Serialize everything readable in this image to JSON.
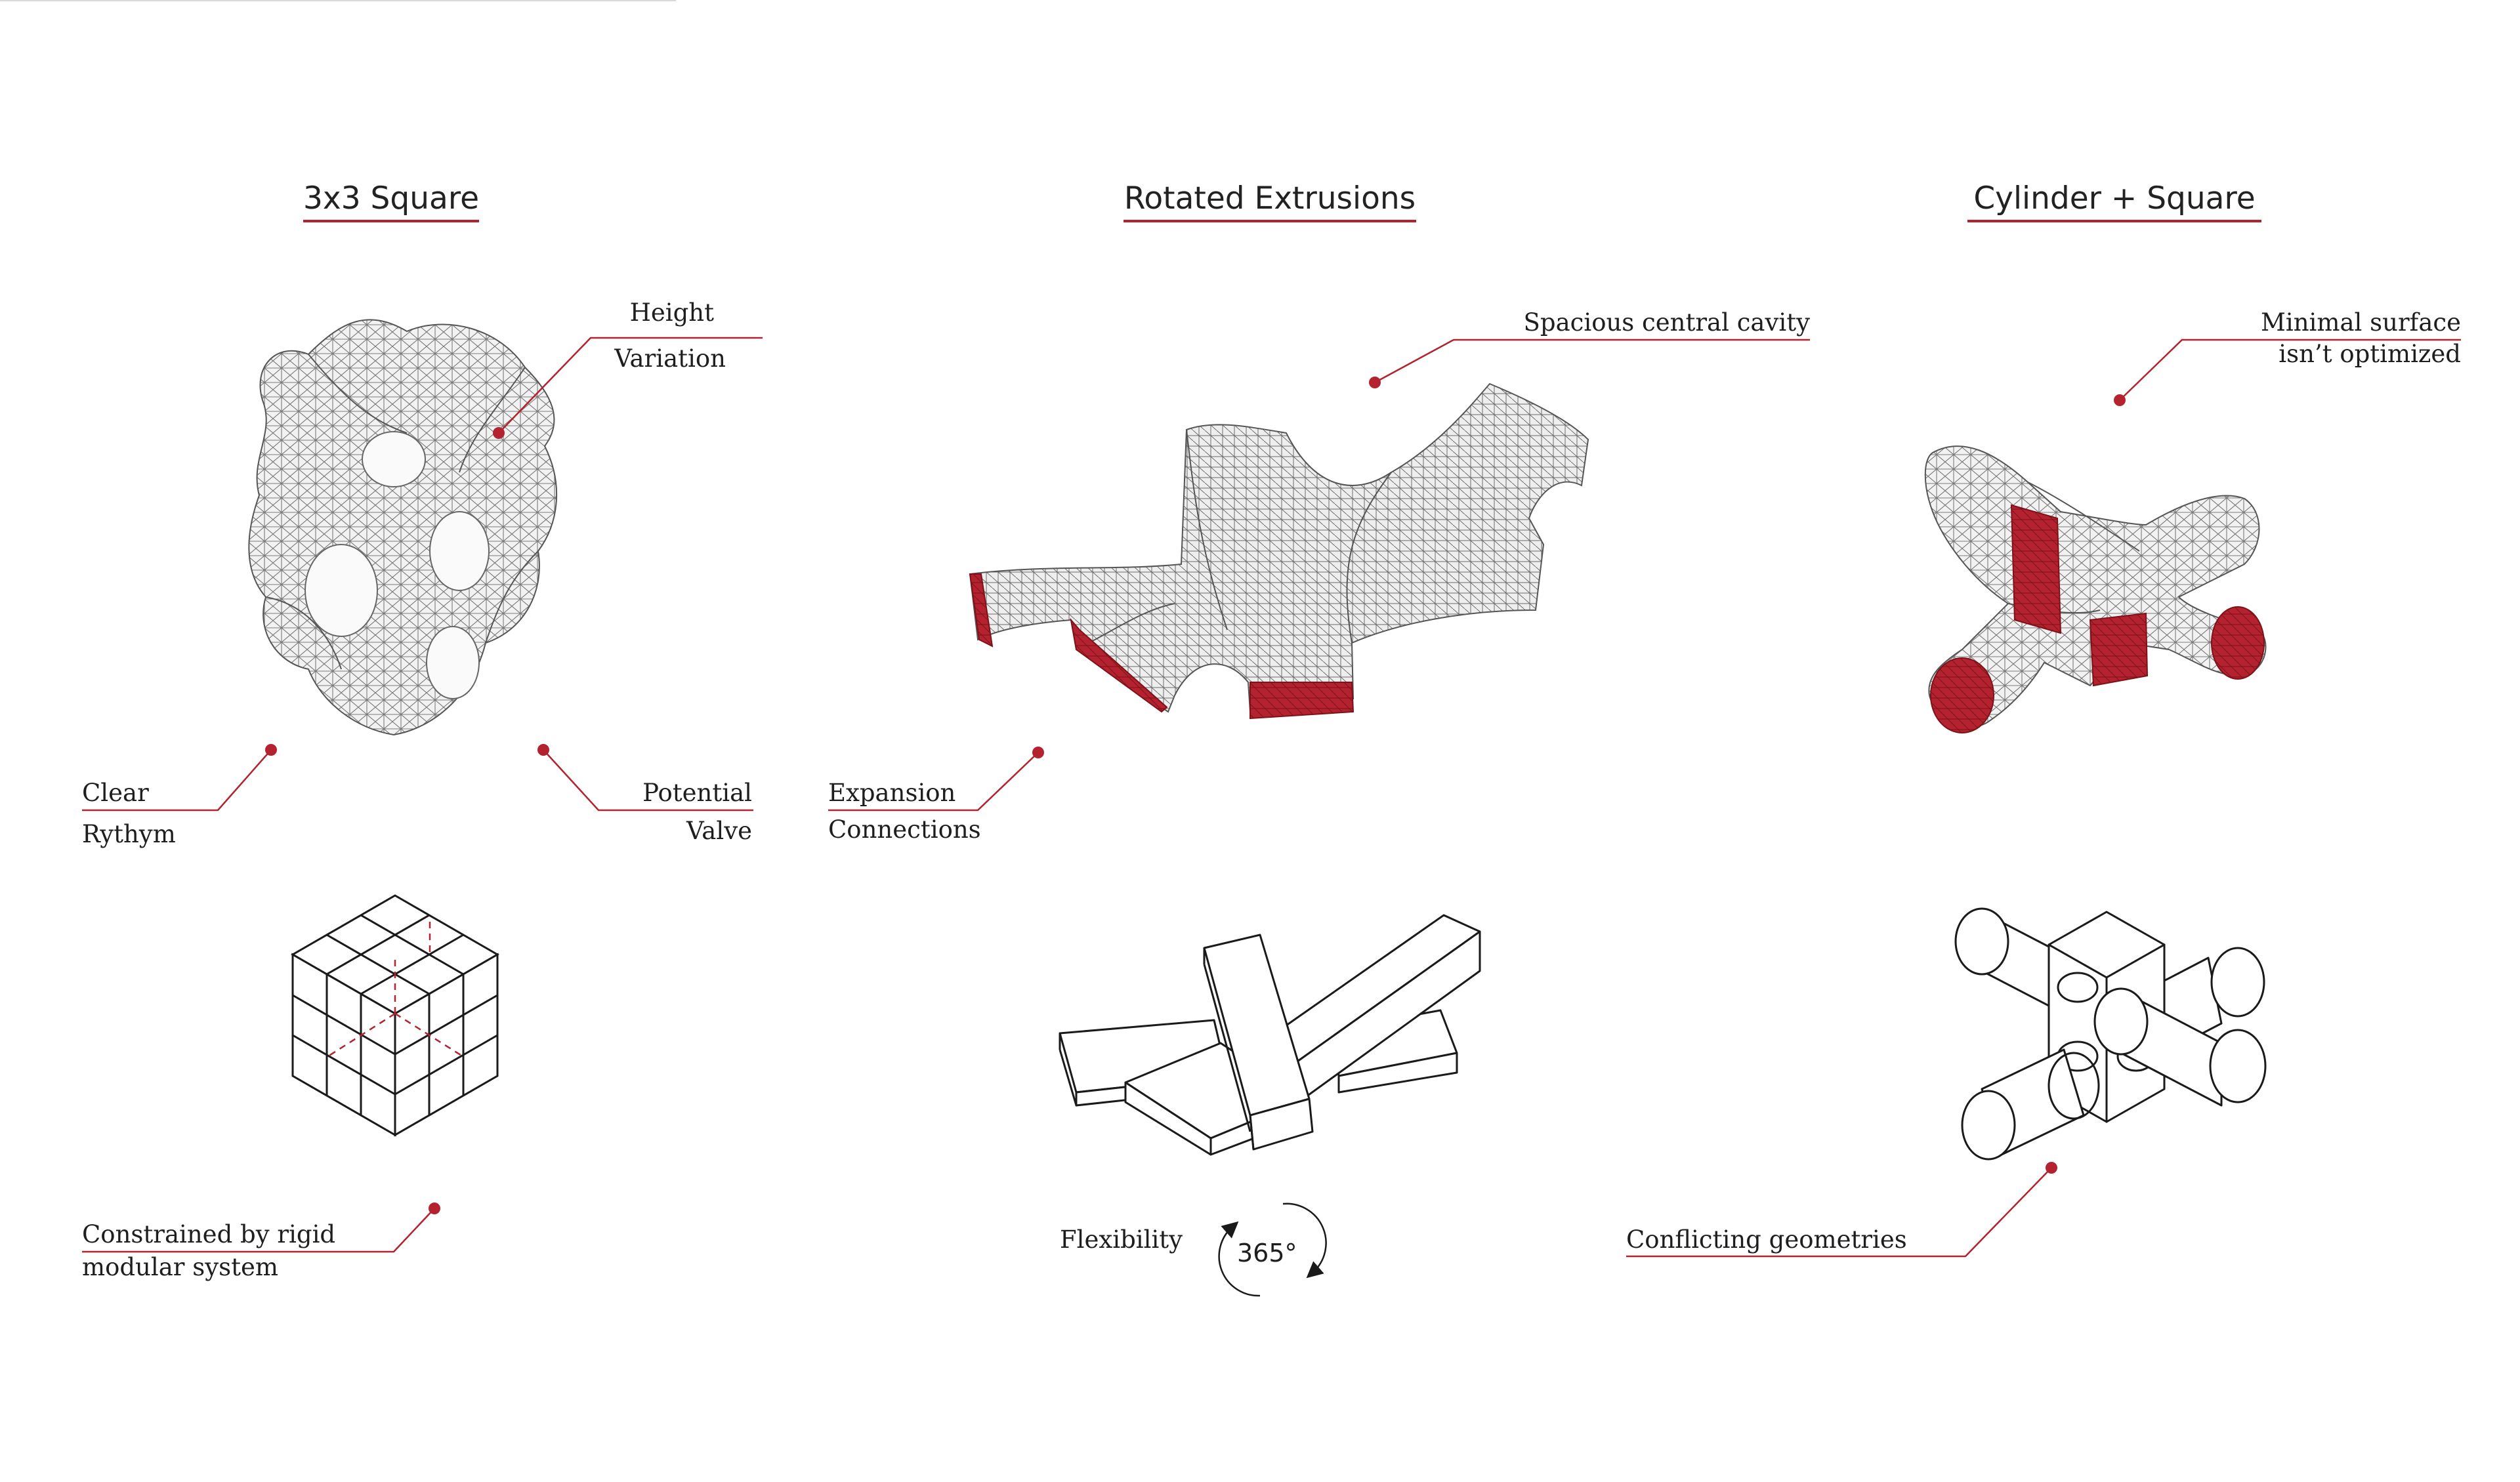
{
  "colors": {
    "accent": "#b3222e",
    "line": "#1a1a1a",
    "mesh": "#6f6f6f",
    "surface": "#f1f1f1"
  },
  "sections": [
    {
      "title": "3x3 Square",
      "annotations": {
        "top_1": "Height",
        "top_2": "Variation",
        "left_1": "Clear",
        "left_2": "Rythym",
        "right_1": "Potential",
        "right_2": "Valve",
        "bottom_1": "Constrained by rigid",
        "bottom_2": "modular system"
      }
    },
    {
      "title": "Rotated Extrusions",
      "annotations": {
        "top_1": "Spacious central cavity",
        "left_1": "Expansion",
        "left_2": "Connections",
        "bottom_1": "Flexibility",
        "badge": "365°"
      }
    },
    {
      "title": "Cylinder + Square",
      "annotations": {
        "top_1": "Minimal surface",
        "top_2": "isn’t optimized",
        "bottom_1": "Conflicting geometries"
      }
    }
  ]
}
